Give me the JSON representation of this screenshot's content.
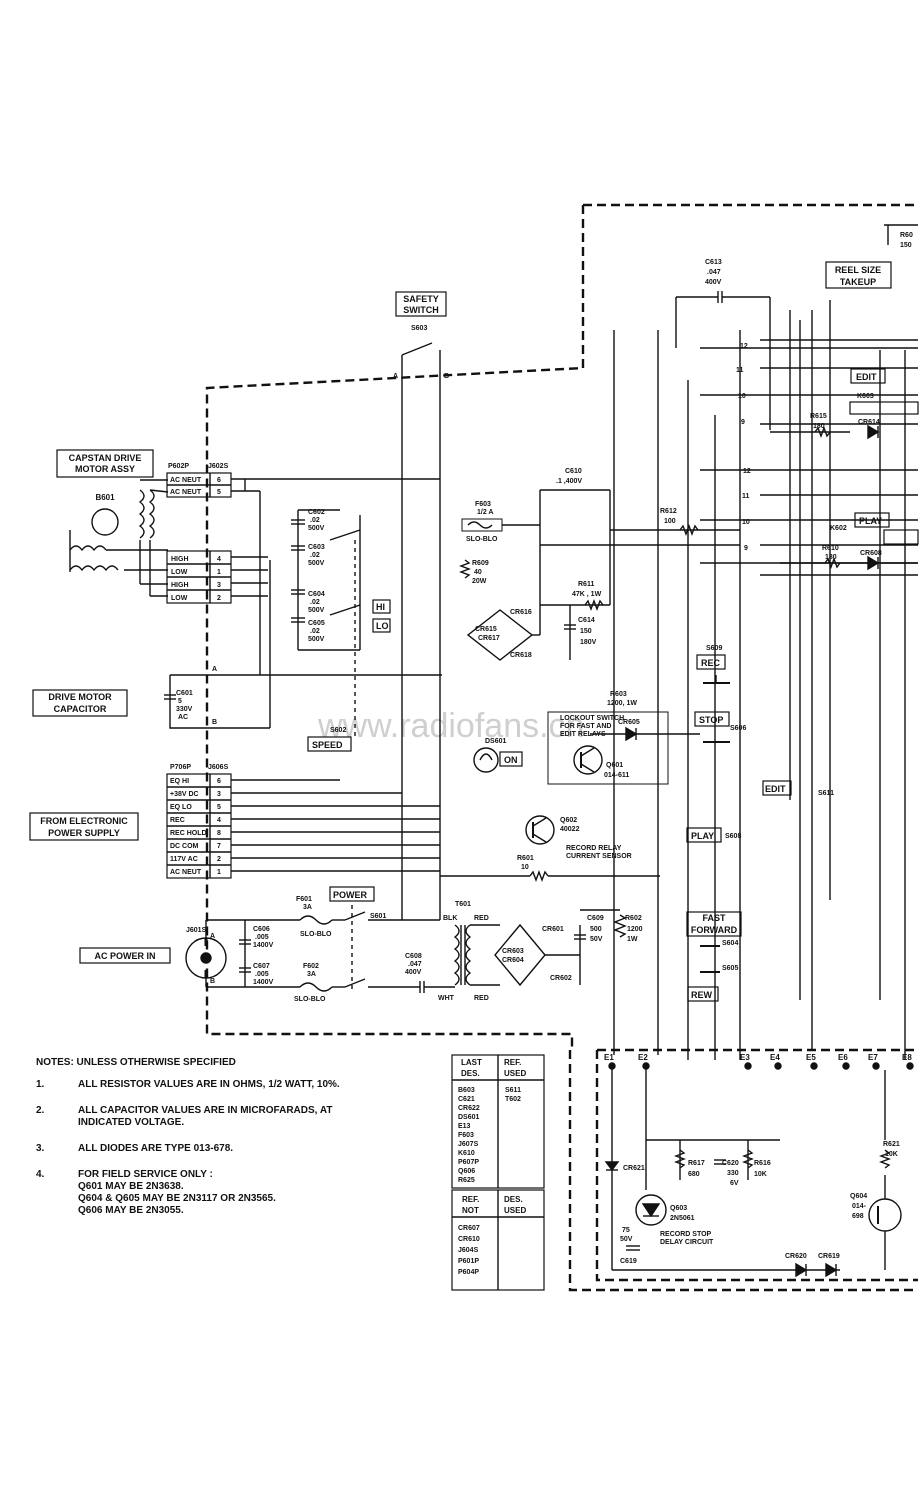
{
  "boxes": {
    "capstan": [
      "CAPSTAN DRIVE",
      "MOTOR ASSY"
    ],
    "drive_cap": [
      "DRIVE MOTOR",
      "CAPACITOR"
    ],
    "from_ps": [
      "FROM ELECTRONIC",
      "POWER SUPPLY"
    ],
    "ac_in": "AC POWER IN",
    "safety": [
      "SAFETY",
      "SWITCH"
    ],
    "speed": "SPEED",
    "power": "POWER",
    "on": "ON",
    "reel": [
      "REEL SIZE",
      "TAKEUP"
    ],
    "edit": "EDIT",
    "play": "PLAY",
    "rec": "REC",
    "stop": "STOP",
    "ff": [
      "FAST",
      "FORWARD"
    ],
    "rew": "REW",
    "hi": "HI",
    "lo": "LO"
  },
  "connectors": {
    "p602": "P602P",
    "j602": "J602S",
    "p706": "P706P",
    "j606": "J606S",
    "j601": "J601S",
    "rows_602": [
      {
        "name": "AC NEUT",
        "pin": "6"
      },
      {
        "name": "AC NEUT",
        "pin": "5"
      }
    ],
    "rows_602b": [
      {
        "name": "HIGH",
        "pin": "4"
      },
      {
        "name": "LOW",
        "pin": "1"
      },
      {
        "name": "HIGH",
        "pin": "3"
      },
      {
        "name": "LOW",
        "pin": "2"
      }
    ],
    "rows_706": [
      {
        "name": "EQ HI",
        "pin": "6"
      },
      {
        "name": "+38V DC",
        "pin": "3"
      },
      {
        "name": "EQ LO",
        "pin": "5"
      },
      {
        "name": "REC",
        "pin": "4"
      },
      {
        "name": "REC HOLD",
        "pin": "8"
      },
      {
        "name": "DC COM",
        "pin": "7"
      },
      {
        "name": "117V AC",
        "pin": "2"
      },
      {
        "name": "AC NEUT",
        "pin": "1"
      }
    ]
  },
  "parts": {
    "b601": "B601",
    "c602": [
      "C602",
      ".02",
      "500V"
    ],
    "c603": [
      "C603",
      ".02",
      "500V"
    ],
    "c604": [
      "C604",
      ".02",
      "500V"
    ],
    "c605": [
      "C605",
      ".02",
      "500V"
    ],
    "c601": [
      "C601",
      "5",
      "330V",
      "AC"
    ],
    "s603": "S603",
    "s602": "S602",
    "s601": "S601",
    "f601": [
      "F601",
      "3A",
      "SLO-BLO"
    ],
    "f602": [
      "F602",
      "3A",
      "SLO-BLO"
    ],
    "f603": [
      "F603",
      "1/2 A",
      "SLO-BLO"
    ],
    "c606": [
      "C606",
      ".005",
      "1400V"
    ],
    "c607": [
      "C607",
      ".005",
      "1400V"
    ],
    "c608": [
      "C608",
      ".047",
      "400V"
    ],
    "c613": [
      "C613",
      ".047",
      "400V"
    ],
    "c610": [
      "C610",
      ".1 ,400V"
    ],
    "c614": [
      "C614",
      "150",
      "180V"
    ],
    "c609": [
      "C609",
      "500",
      "50V"
    ],
    "r609": [
      "R609",
      "40",
      "20W"
    ],
    "r611": [
      "R611",
      "47K , 1W"
    ],
    "r612": [
      "R612",
      "100"
    ],
    "r603": [
      "R603",
      "1200, 1W"
    ],
    "r601": [
      "R601",
      "10"
    ],
    "r602": [
      "R602",
      "1200",
      "1W"
    ],
    "r615": [
      "R615",
      "180"
    ],
    "r610": [
      "R610",
      "180"
    ],
    "r617": [
      "R617",
      "680"
    ],
    "r616": [
      "R616",
      "10K"
    ],
    "r621": [
      "R621",
      "10K"
    ],
    "r60x": [
      "R60",
      "150"
    ],
    "c620": [
      "C620",
      "330",
      "6V"
    ],
    "c619": [
      "75",
      "50V",
      "C619"
    ],
    "t601": "T601",
    "ds601": "DS601",
    "k603": "K603",
    "k602": "K602",
    "q601": [
      "Q601",
      "014-611"
    ],
    "q602": [
      "Q602",
      "40022"
    ],
    "q603": [
      "Q603",
      "2N5061"
    ],
    "q604": [
      "Q604",
      "014-",
      "698"
    ],
    "s609": "S609",
    "s606": "S606",
    "s611": "S611",
    "s608": "S608",
    "s604": "S604",
    "s605": "S605",
    "cr605": "CR605",
    "cr615": "CR615",
    "cr616": "CR616",
    "cr617": "CR617",
    "cr618": "CR618",
    "cr601": "CR601",
    "cr603": "CR603",
    "cr604": "CR604",
    "cr602": "CR602",
    "cr614": "CR614",
    "cr608": "CR608",
    "cr621": "CR621",
    "cr620": "CR620",
    "cr619": "CR619"
  },
  "wire_labels": {
    "blk": "BLK",
    "red": "RED",
    "wht": "WHT",
    "red2": "RED"
  },
  "captions": {
    "lockout": [
      "LOCKOUT SWITCH",
      "FOR FAST AND",
      "EDIT RELAYS"
    ],
    "rec_relay": [
      "RECORD RELAY",
      "CURRENT SENSOR"
    ],
    "rec_stop": [
      "RECORD STOP",
      "DELAY CIRCUIT"
    ]
  },
  "terminals": [
    "E1",
    "E2",
    "E3",
    "E4",
    "E5",
    "E6",
    "E7",
    "E8"
  ],
  "notes": {
    "heading": "NOTES: UNLESS   OTHERWISE SPECIFIED",
    "items": [
      {
        "num": "1.",
        "lines": [
          "ALL RESISTOR VALUES ARE IN OHMS, 1/2 WATT, 10%."
        ]
      },
      {
        "num": "2.",
        "lines": [
          "ALL CAPACITOR VALUES ARE IN MICROFARADS, AT",
          "INDICATED VOLTAGE."
        ]
      },
      {
        "num": "3.",
        "lines": [
          "ALL DIODES ARE TYPE 013-678."
        ]
      },
      {
        "num": "4.",
        "lines": [
          "FOR FIELD SERVICE ONLY :",
          "Q601 MAY BE 2N3638.",
          "Q604 & Q605 MAY BE 2N3117 OR 2N3565.",
          "Q606 MAY BE 2N3055."
        ]
      }
    ]
  },
  "table_last": {
    "h1": "LAST",
    "h2": "DES.",
    "h3": "REF.",
    "h4": "USED",
    "col1": [
      "B603",
      "C621",
      "CR622",
      "DS601",
      "E13",
      "F603",
      "J607S",
      "K610",
      "P607P",
      "Q606",
      "R625"
    ],
    "col2": [
      "S611",
      "T602"
    ]
  },
  "table_ref": {
    "h1": "REF.",
    "h2": "NOT",
    "h3": "DES.",
    "h4": "USED",
    "col1": [
      "CR607",
      "CR610",
      "J604S",
      "P601P",
      "P604P"
    ]
  },
  "watermark": "www.radiofans.cn"
}
